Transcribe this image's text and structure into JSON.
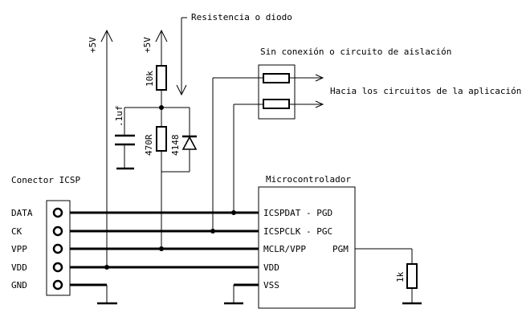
{
  "labels": {
    "resistencia": "Resistencia o diodo",
    "sin_conexion": "Sin conexión o circuito de aislación",
    "hacia": "Hacia los circuitos de la aplicación",
    "supply_left": "+5V",
    "supply_mid": "+5V",
    "r10k": "10k",
    "cap": ".1uf",
    "r470": "470R",
    "diode": "4148",
    "connector_title": "Conector ICSP",
    "mcu_title": "Microcontrolador",
    "r1k": "1k"
  },
  "connector_pins": [
    "DATA",
    "CK",
    "VPP",
    "VDD",
    "GND"
  ],
  "mcu_pins": {
    "icspdat": "ICSPDAT - PGD",
    "icspclk": "ICSPCLK - PGC",
    "mclr": "MCLR/VPP",
    "vdd": "VDD",
    "vss": "VSS",
    "pgm": "PGM"
  }
}
